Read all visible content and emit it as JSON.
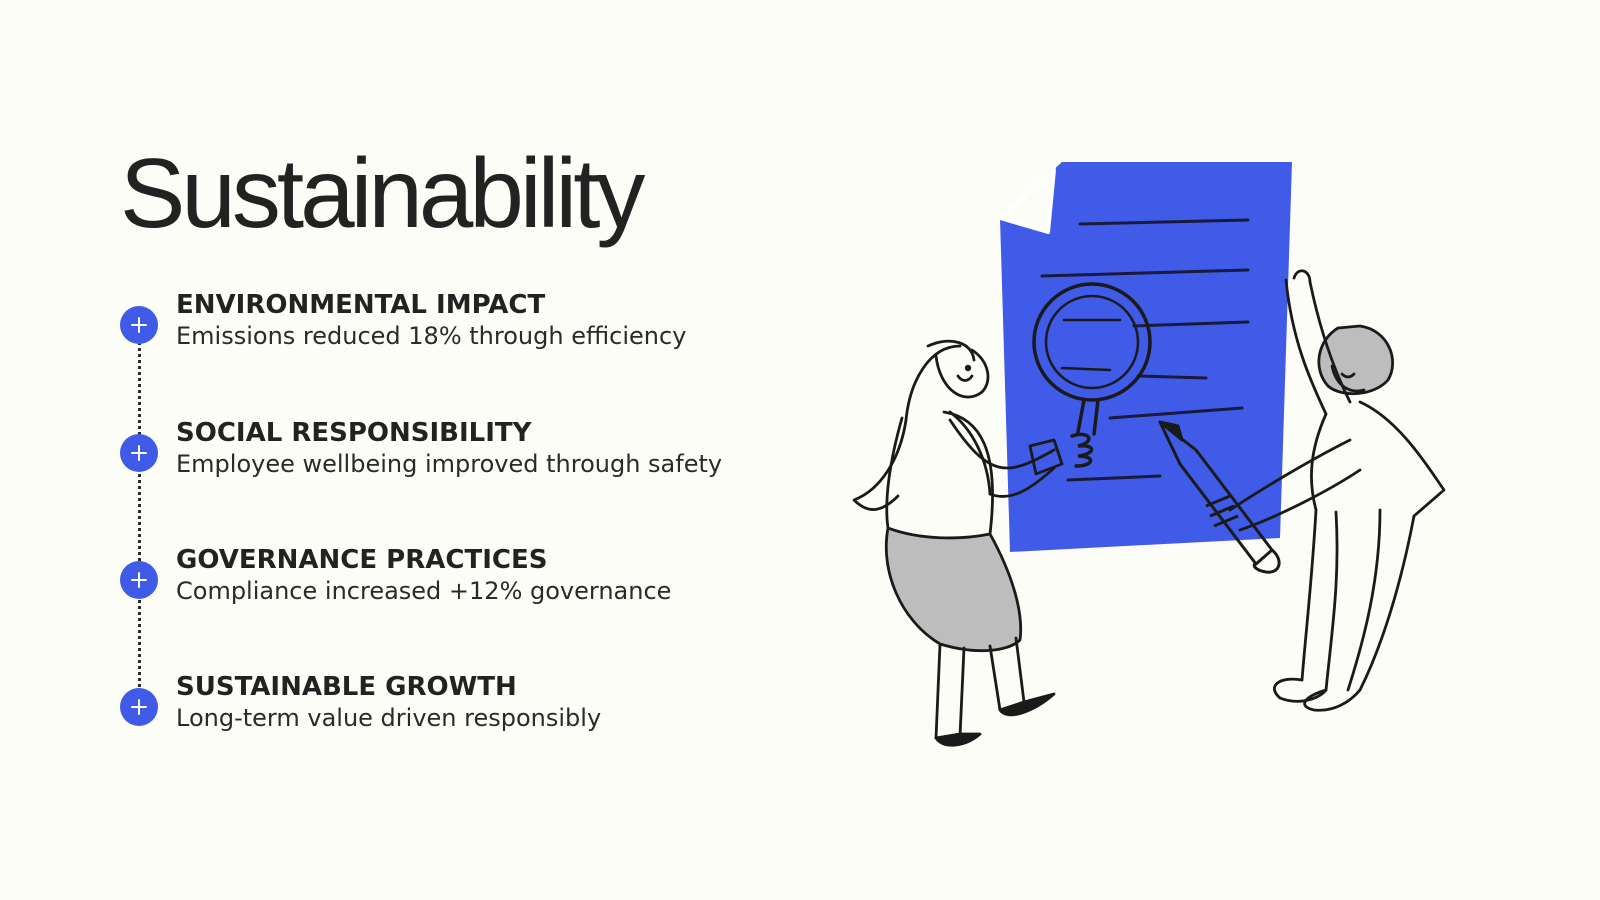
{
  "title": "Sustainability",
  "items": [
    {
      "heading": "ENVIRONMENTAL IMPACT",
      "description": "Emissions reduced 18% through efficiency",
      "icon": "plus-icon"
    },
    {
      "heading": "SOCIAL RESPONSIBILITY",
      "description": "Employee wellbeing improved through safety",
      "icon": "plus-icon"
    },
    {
      "heading": "GOVERNANCE PRACTICES",
      "description": "Compliance increased +12% governance",
      "icon": "plus-icon"
    },
    {
      "heading": "SUSTAINABLE GROWTH",
      "description": "Long-term value driven responsibly",
      "icon": "plus-icon"
    }
  ],
  "colors": {
    "background": "#FDFDF7",
    "accent": "#3F5BE8",
    "text": "#222222"
  },
  "illustration": "two people holding a large blue document with magnifying glass and pencil"
}
